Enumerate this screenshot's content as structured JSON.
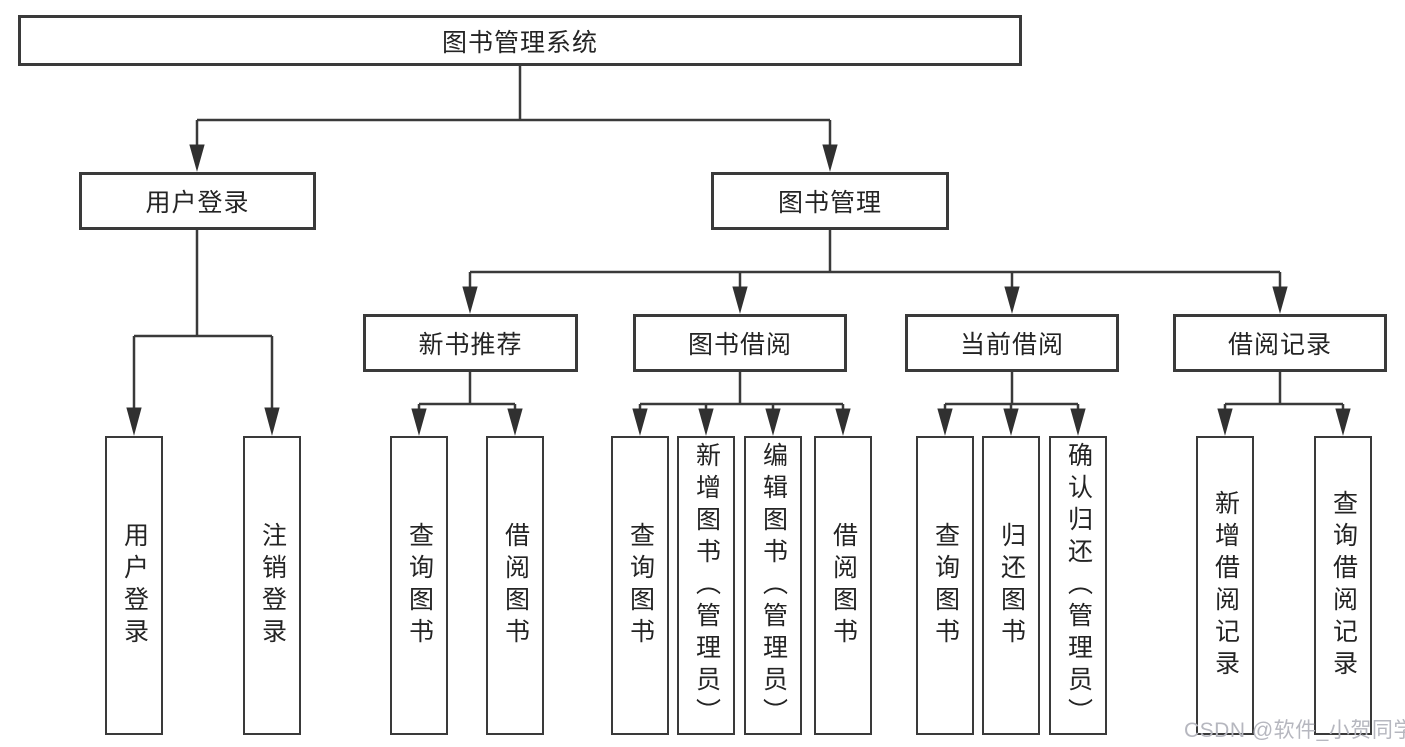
{
  "diagram": {
    "root": {
      "label": "图书管理系统"
    },
    "level2": [
      {
        "label": "用户登录",
        "parent": "图书管理系统"
      },
      {
        "label": "图书管理",
        "parent": "图书管理系统"
      }
    ],
    "level3": [
      {
        "label": "新书推荐",
        "parent": "图书管理"
      },
      {
        "label": "图书借阅",
        "parent": "图书管理"
      },
      {
        "label": "当前借阅",
        "parent": "图书管理"
      },
      {
        "label": "借阅记录",
        "parent": "图书管理"
      }
    ],
    "leaves": [
      {
        "label": "用户登录",
        "parent": "用户登录"
      },
      {
        "label": "注销登录",
        "parent": "用户登录"
      },
      {
        "label": "查询图书",
        "parent": "新书推荐"
      },
      {
        "label": "借阅图书",
        "parent": "新书推荐"
      },
      {
        "label": "查询图书",
        "parent": "图书借阅"
      },
      {
        "label": "新增图书（管理员）",
        "parent": "图书借阅"
      },
      {
        "label": "编辑图书（管理员）",
        "parent": "图书借阅"
      },
      {
        "label": "借阅图书",
        "parent": "图书借阅"
      },
      {
        "label": "查询图书",
        "parent": "当前借阅"
      },
      {
        "label": "归还图书",
        "parent": "当前借阅"
      },
      {
        "label": "确认归还（管理员）",
        "parent": "当前借阅"
      },
      {
        "label": "新增借阅记录",
        "parent": "借阅记录"
      },
      {
        "label": "查询借阅记录",
        "parent": "借阅记录"
      }
    ],
    "watermark": "CSDN @软件_小贺同学",
    "colors": {
      "line": "#3a3a3a",
      "text": "#242424",
      "box_fill": "#ffffff",
      "background": "#ffffff",
      "watermark": "#b6b7bf"
    }
  }
}
